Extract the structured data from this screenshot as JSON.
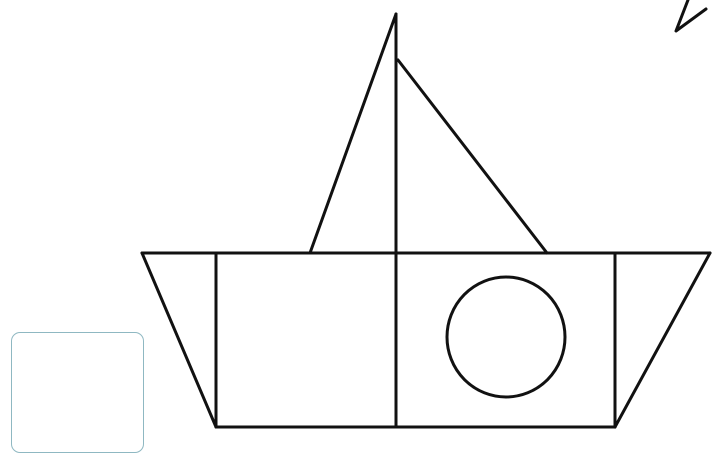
{
  "figure": {
    "subject": "boat",
    "shapes": [
      {
        "kind": "triangle",
        "role": "left-sail"
      },
      {
        "kind": "triangle",
        "role": "right-sail"
      },
      {
        "kind": "line",
        "role": "mast"
      },
      {
        "kind": "triangle",
        "role": "left-hull-end"
      },
      {
        "kind": "rectangle",
        "role": "left-hull-panel"
      },
      {
        "kind": "rectangle",
        "role": "right-hull-panel"
      },
      {
        "kind": "circle",
        "role": "porthole"
      },
      {
        "kind": "triangle",
        "role": "right-hull-end"
      },
      {
        "kind": "triangle",
        "role": "partial-shape-corner"
      }
    ],
    "stroke_color": "#111111",
    "answer_box_color": "#8fb8c2"
  }
}
